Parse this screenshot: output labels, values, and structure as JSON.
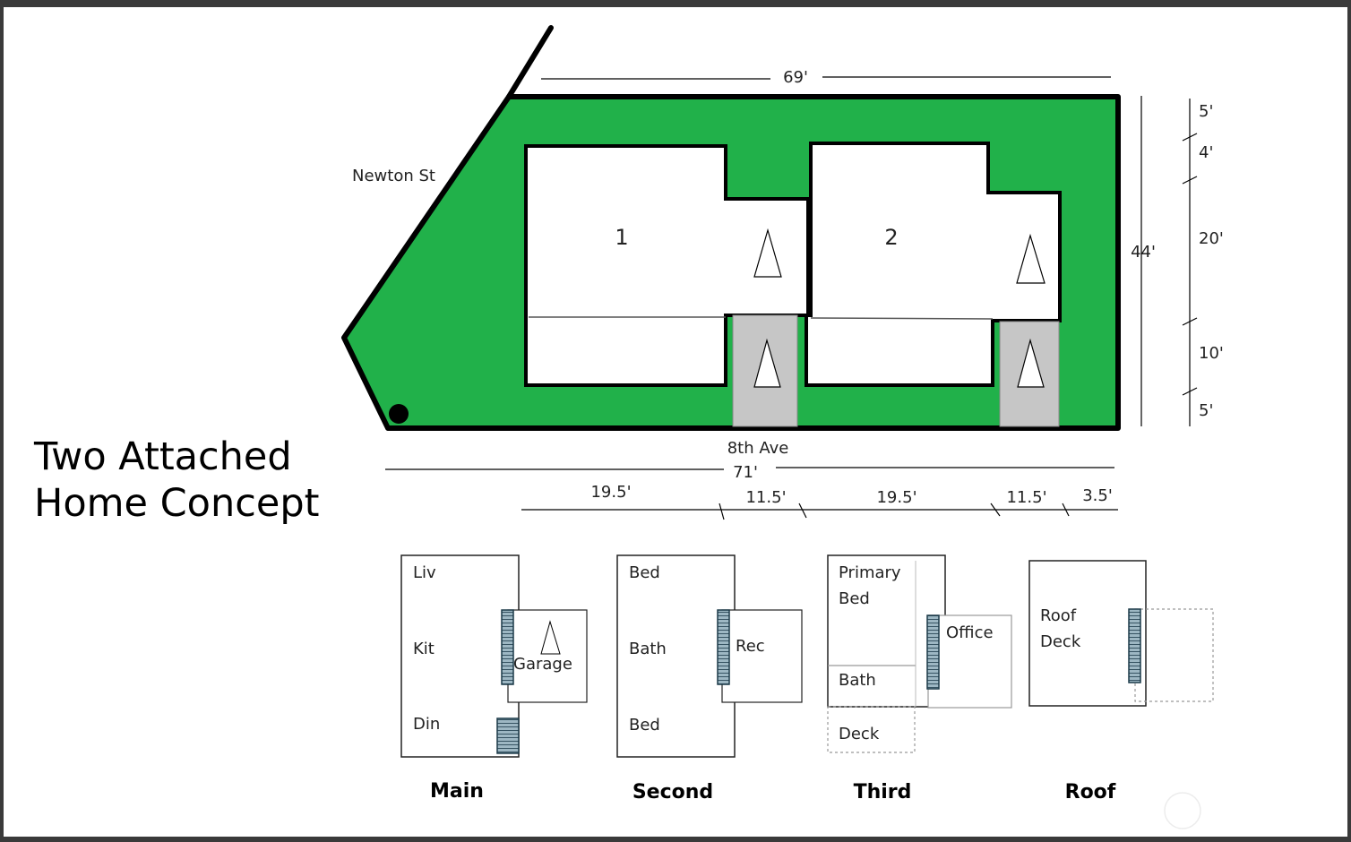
{
  "title_lines": [
    "Two Attached",
    "Home Concept"
  ],
  "streets": {
    "side": "Newton St",
    "front": "8th Ave"
  },
  "site_plan": {
    "units": [
      "1",
      "2"
    ],
    "top_width": "69'",
    "bottom_width": "71'",
    "depth": "44'",
    "depth_segments": [
      "5'",
      "4'",
      "20'",
      "10'",
      "5'"
    ],
    "width_segments": [
      "19.5'",
      "11.5'",
      "19.5'",
      "11.5'",
      "3.5'"
    ]
  },
  "floors": {
    "main": {
      "label": "Main",
      "rooms": [
        "Liv",
        "Kit",
        "Din",
        "Garage"
      ]
    },
    "second": {
      "label": "Second",
      "rooms": [
        "Bed",
        "Bath",
        "Bed",
        "Rec"
      ]
    },
    "third": {
      "label": "Third",
      "rooms": [
        "Primary",
        "Bed",
        "Bath",
        "Deck",
        "Office"
      ]
    },
    "roof": {
      "label": "Roof",
      "rooms": [
        "Roof",
        "Deck"
      ]
    }
  },
  "colors": {
    "lot": "#21b14a",
    "parking": "#c6c6c6",
    "stair": "#9db7c3",
    "outline": "#000000"
  },
  "icons": [
    "car-triangle-icon",
    "stair-icon",
    "corner-marker-icon"
  ]
}
